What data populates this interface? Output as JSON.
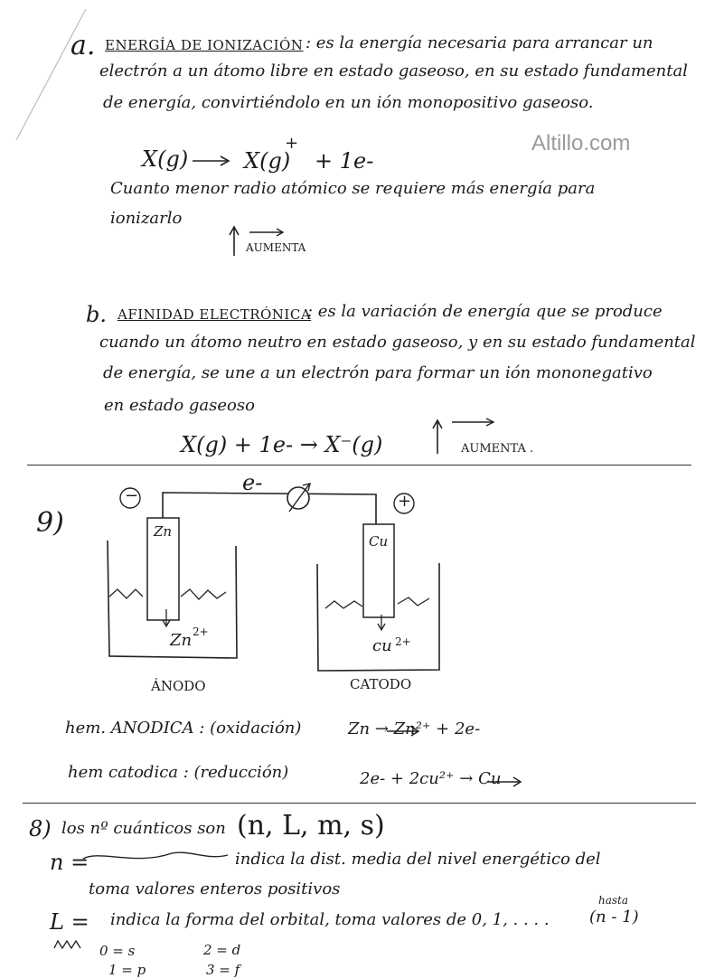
{
  "watermark": "Altillo.com",
  "part_a": {
    "letter": "a.",
    "term": "ENERGÍA DE IONIZACIÓN",
    "line1": ": es la energía necesaria para arrancar un",
    "line2": "electrón a un átomo libre en estado gaseoso, en su estado fundamental",
    "line3": "de energía, convirtiéndolo en un ión monopositivo gaseoso.",
    "eq_lhs": "X(g)",
    "eq_rhs": "X(g)",
    "eq_charge": "+",
    "eq_electron": "+ 1e-",
    "note1": "Cuanto menor radio atómico se requiere más energía para",
    "note2": "ionizarlo",
    "trend": "AUMENTA"
  },
  "part_b": {
    "letter": "b.",
    "term": "AFINIDAD ELECTRÓNICA",
    "line1": ": es la variación de energía que se produce",
    "line2": "cuando un átomo neutro en estado gaseoso, y en su estado fundamental",
    "line3": "de energía, se une a un electrón para formar un ión mononegativo",
    "line4": "en estado gaseoso",
    "eq": "X(g) + 1e-  →  X⁻(g)",
    "trend": "AUMENTA ."
  },
  "q9": {
    "number": "9)",
    "electron": "e-",
    "minus": "−",
    "plus": "+",
    "zn_label": "Zn",
    "cu_label": "Cu",
    "zn_ion": "Zn",
    "zn_ion_charge": "2+",
    "cu_ion": "cu",
    "cu_ion_charge": "2+",
    "anode": "ÁNODO",
    "cathode": "CATODO",
    "hem_anodica": "hem. ANODICA : (oxidación)",
    "hem_anodica_eq": "Zn → Zn²⁺ + 2e-",
    "hem_catodica": "hem catodica : (reducción)",
    "hem_catodica_eq": "2e- + 2cu²⁺ → Cu"
  },
  "q8": {
    "number": "8)",
    "intro": "los nº cuánticos son",
    "set": "(n, L, m, s)",
    "n_label": "n =",
    "n_line1": "indica la dist. media del nivel energético del",
    "n_line2": "toma valores enteros positivos",
    "l_label": "L =",
    "l_line1": "indica la forma del orbital, toma valores de 0, 1, . . . .",
    "hasta": "hasta",
    "l_range": "(n - 1)",
    "row1_left": "0 = s",
    "row1_right": "2 = d",
    "row2_left": "1 = p",
    "row2_right": "3 = f"
  }
}
